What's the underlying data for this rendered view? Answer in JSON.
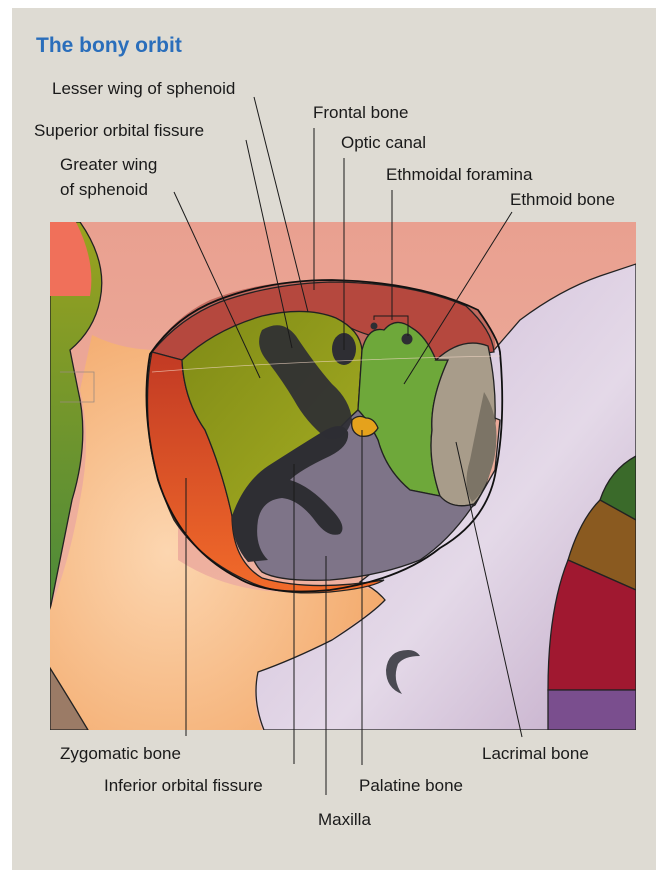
{
  "title": "The bony orbit",
  "labels": {
    "lesser_wing": "Lesser wing of sphenoid",
    "frontal_bone": "Frontal bone",
    "superior_orbital_fissure": "Superior orbital fissure",
    "optic_canal": "Optic canal",
    "greater_wing_line1": "Greater wing",
    "greater_wing_line2": "of sphenoid",
    "ethmoidal_foramina": "Ethmoidal foramina",
    "ethmoid_bone": "Ethmoid bone",
    "zygomatic_bone": "Zygomatic bone",
    "lacrimal_bone": "Lacrimal bone",
    "inferior_orbital_fissure": "Inferior orbital fissure",
    "palatine_bone": "Palatine bone",
    "maxilla": "Maxilla"
  },
  "colors": {
    "panel_background": "#dedbd3",
    "title": "#2a6ebb",
    "frontal_bone": "#b5483e",
    "greater_wing_of_sphenoid": "#8e9a1c",
    "ethmoid_bone": "#6ea83a",
    "lacrimal_bone": "#a89c8a",
    "zygomatic_bone": "#dc5a2c",
    "maxilla": "#7e7488",
    "palatine_bone": "#e5a21c",
    "fissures": "#2e2e33"
  }
}
